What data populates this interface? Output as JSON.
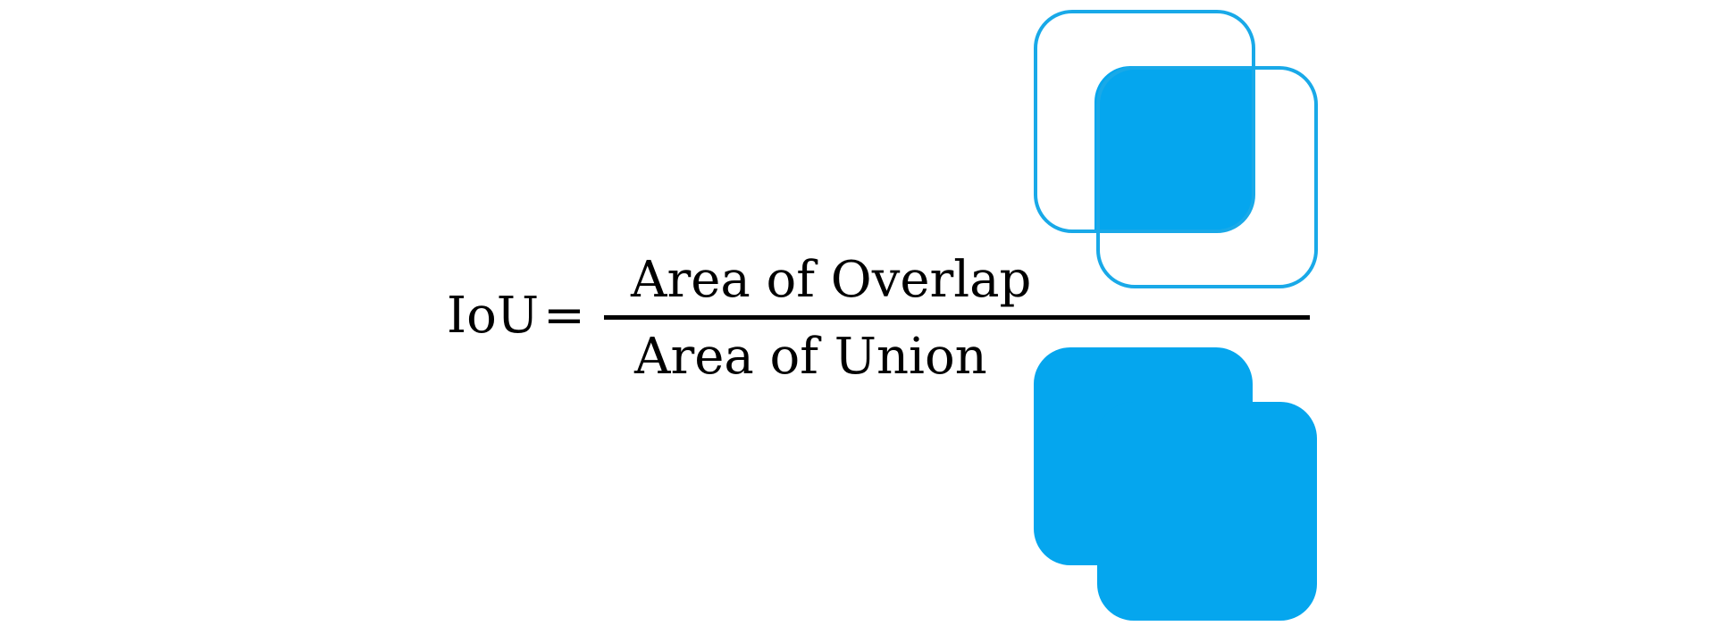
{
  "formula": {
    "lhs": "IoU",
    "equals": "=",
    "numerator": "Area of Overlap",
    "denominator": "Area of Union"
  },
  "colors": {
    "box_fill": "#05A6EE",
    "box_stroke": "#19A9E8",
    "text": "#000000"
  }
}
